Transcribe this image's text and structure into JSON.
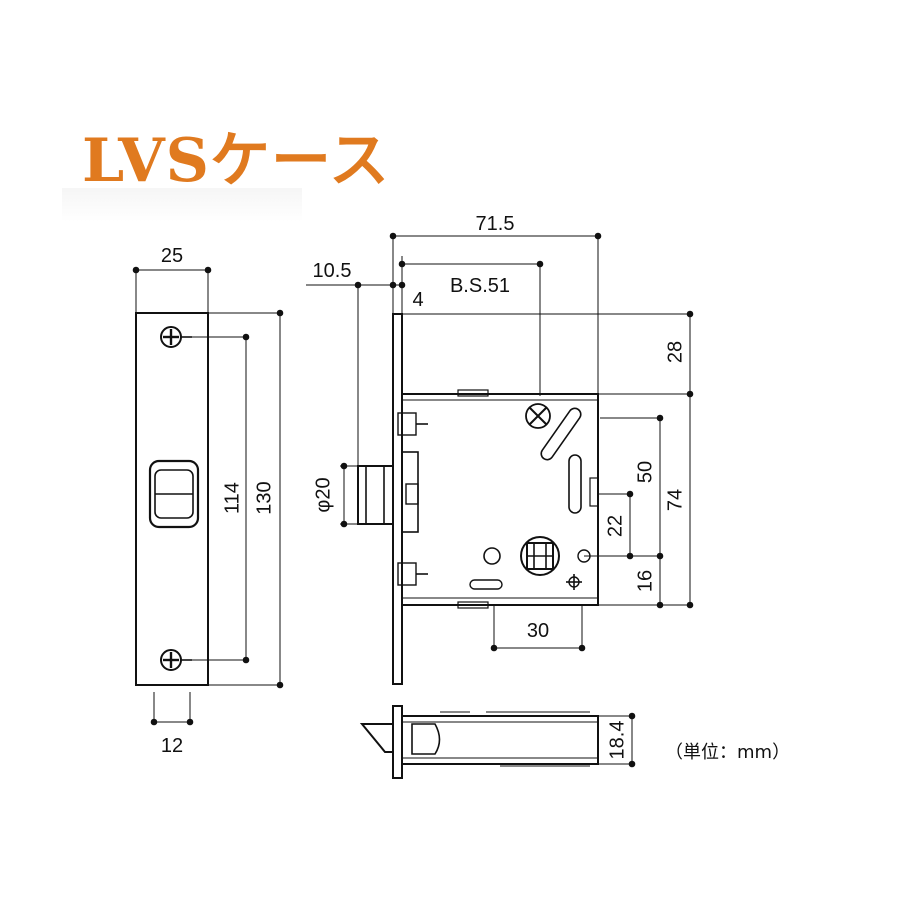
{
  "title": "LVSケース",
  "unit_note": "（単位：mm）",
  "colors": {
    "title": "#e07a1f",
    "line": "#111111",
    "fill": "#ffffff"
  },
  "dimensions": {
    "faceplate_width": "25",
    "faceplate_height": "130",
    "screw_pitch": "114",
    "latch_width": "12",
    "overall_depth": "71.5",
    "backset": "B.S.51",
    "front_offset": "10.5",
    "plate_thickness": "4",
    "top_offset": "28",
    "latch_diameter": "φ20",
    "hub_to_latch": "50",
    "hub_offset": "22",
    "case_height": "74",
    "bottom_offset": "16",
    "bottom_width": "30",
    "case_thickness": "18.4"
  }
}
